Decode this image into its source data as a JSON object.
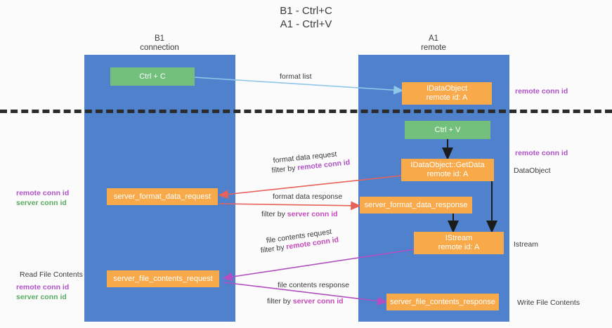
{
  "title": "B1 - Ctrl+C\nA1 - Ctrl+V",
  "columns": [
    {
      "name": "b1",
      "title": "B1\nconnection"
    },
    {
      "name": "a1",
      "title": "A1\nremote"
    }
  ],
  "boxes": {
    "ctrl_c": "Ctrl + C",
    "idataobject": "IDataObject\nremote id: A",
    "ctrl_v": "Ctrl + V",
    "getdata": "IDataObject::GetData\nremote id: A",
    "server_format_data_request": "server_format_data_request",
    "server_format_data_response": "server_format_data_response",
    "istream": "IStream\nremote id: A",
    "server_file_contents_request": "server_file_contents_request",
    "server_file_contents_response": "server_file_contents_response"
  },
  "edge_labels": {
    "format_list": "format list",
    "format_data_request": "format data request",
    "format_data_request_filter_prefix": "filter by ",
    "format_data_request_filter_key": "remote conn id",
    "format_data_response": "format data response",
    "format_data_response_filter_prefix": "filter by ",
    "format_data_response_filter_key": "server conn id",
    "file_contents_request": "file contents request",
    "file_contents_request_filter_prefix": "filter by ",
    "file_contents_request_filter_key": "remote conn id",
    "file_contents_response": "file contents response",
    "file_contents_response_filter_prefix": "filter by ",
    "file_contents_response_filter_key": "server conn id"
  },
  "annotations": {
    "right_remote_conn_top": "remote conn id",
    "right_remote_conn_mid": "remote conn id",
    "right_dataobject": "DataObject",
    "right_istream": "Istream",
    "right_write_file_contents": "Write File Contents",
    "left_remote_conn_id": "remote conn id",
    "left_server_conn_id": "server conn id",
    "left_read_file_contents": "Read File Contents",
    "left_remote_conn_id_2": "remote conn id",
    "left_server_conn_id_2": "server conn id"
  },
  "colors": {
    "lane": "#4f81cd",
    "box_orange": "#f8a94a",
    "box_green": "#72c07b",
    "arrow_blue": "#8ec7e8",
    "arrow_red": "#e8625a",
    "arrow_purple": "#b24fc0",
    "arrow_black": "#1b1b1b",
    "key_remote": "#b052c8",
    "key_server": "#5aab61",
    "divider": "#2b2b2b"
  }
}
